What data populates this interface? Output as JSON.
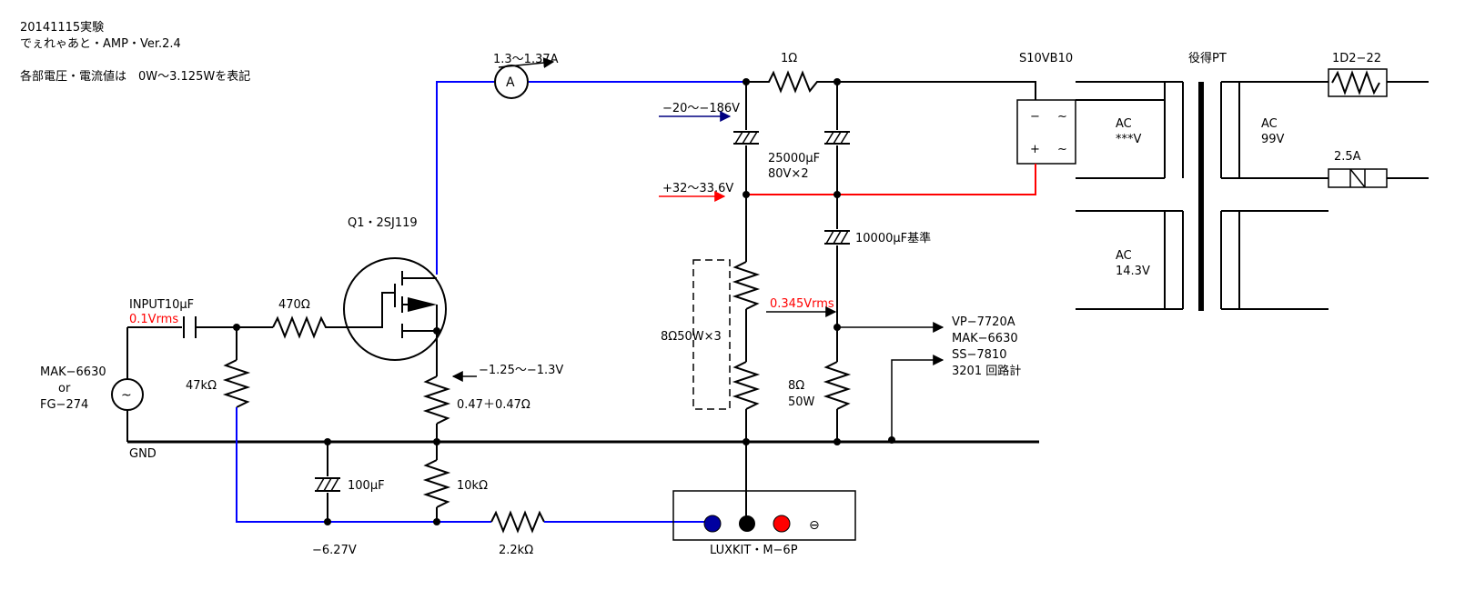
{
  "header": {
    "line1": "20141115実験",
    "line2": "でぇれゃあと・AMP・Ver.2.4",
    "line3": "各部電圧・電流値は　0W〜3.125Wを表記"
  },
  "labels": {
    "ammeter_range": "1.3〜1.37A",
    "ammeter_symbol": "A",
    "r_1ohm": "1Ω",
    "rectifier": "S10VB10",
    "rect_minus": "−",
    "rect_plus": "+",
    "rect_ac1": "~",
    "rect_ac2": "~",
    "transformer": "役得PT",
    "fuse_part": "1D2−22",
    "fuse_rating": "2.5A",
    "neg_rail": "−20〜−186V",
    "pos_rail": "+32〜33.6V",
    "cap_main": "25000μF",
    "cap_main_spec": "80V×2",
    "cap_10000": "10000μF基準",
    "ac_primary_label": "AC",
    "ac_primary_value": "***V",
    "ac_99_label": "AC",
    "ac_99_value": "99V",
    "ac_14_label": "AC",
    "ac_14_value": "14.3V",
    "mosfet": "Q1・2SJ119",
    "input_cap": "INPUT10μF",
    "input_level": "0.1Vrms",
    "r_470": "470Ω",
    "source_name1": "MAK−6630",
    "source_or": "or",
    "source_name2": "FG−274",
    "source_symbol": "~",
    "r_47k": "47kΩ",
    "gnd": "GND",
    "bias_voltage": "−1.25〜−1.3V",
    "r_source": "0.47＋0.47Ω",
    "r_10k": "10kΩ",
    "cap_100": "100μF",
    "neg_bias": "−6.27V",
    "r_2k2": "2.2kΩ",
    "dummy_load": "8Ω50W×3",
    "output_level": "0.345Vrms",
    "meter1": "VP−7720A",
    "meter2": "MAK−6630",
    "meter3": "SS−7810",
    "meter4": "3201 回路計",
    "load_r": "8Ω",
    "load_w": "50W",
    "psu_name": "LUXKIT・M−6P",
    "psu_symbol": "⊖"
  },
  "colors": {
    "wire": "#000000",
    "negative_rail": "#0000ff",
    "positive_rail": "#ff0000",
    "red_terminal": "#ff0000",
    "blue_terminal": "#0000a0"
  }
}
